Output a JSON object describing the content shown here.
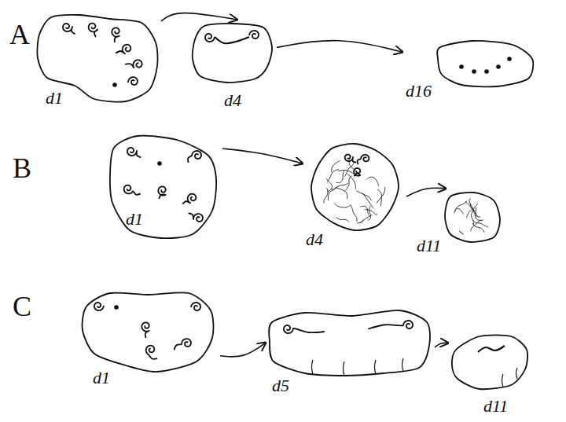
{
  "diagram": {
    "nodes": [
      {
        "text": [
          "d1"
        ]
      },
      {
        "text": [
          "d4"
        ]
      },
      {
        "text": [
          "d16"
        ]
      },
      {
        "text": [
          "d1"
        ]
      },
      {
        "text": [
          "d4"
        ]
      },
      {
        "text": [
          "d11"
        ]
      },
      {
        "text": [
          "d1"
        ]
      },
      {
        "text": [
          "d5"
        ]
      },
      {
        "text": [
          "d11"
        ]
      }
    ],
    "edges": [
      {
        "from": 0,
        "to": 1,
        "arrow": "to"
      },
      {
        "from": 1,
        "to": 2,
        "arrow": "to"
      },
      {
        "from": 3,
        "to": 4,
        "arrow": "to"
      },
      {
        "from": 4,
        "to": 5,
        "arrow": "to"
      },
      {
        "from": 6,
        "to": 7,
        "arrow": "to"
      },
      {
        "from": 7,
        "to": 8,
        "arrow": "to"
      }
    ],
    "labels": [
      "A",
      "B",
      "C"
    ]
  }
}
